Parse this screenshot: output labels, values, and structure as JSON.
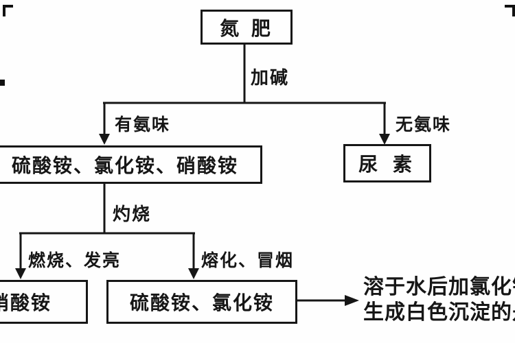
{
  "page": {
    "background": "#fefefe",
    "ink": "#161616"
  },
  "flowchart": {
    "title_node": "氮 肥",
    "edge_labels": {
      "add_alkali": "加碱",
      "has_ammonia": "有氨味",
      "no_ammonia": "无氨味",
      "ignite": "灼烧",
      "burn_glow": "燃烧、发亮",
      "melt_smoke": "熔化、冒烟"
    },
    "nodes": {
      "ammonium_salts": "硫酸铵、氯化铵、硝酸铵",
      "urea": "尿 素",
      "ammonium_nitrate": "硝酸铵",
      "sulfate_and_chloride": "硫酸铵、氯化铵"
    },
    "result_note": {
      "line1": "溶于水后加氯化钡",
      "line2": "生成白色沉淀的是"
    }
  }
}
